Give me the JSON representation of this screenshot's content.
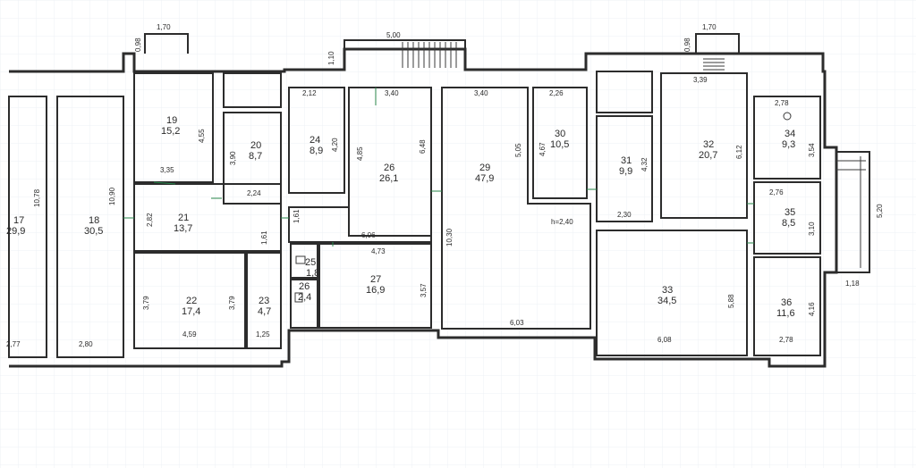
{
  "rooms": [
    {
      "num": "17",
      "area": "29,9"
    },
    {
      "num": "18",
      "area": "30,5"
    },
    {
      "num": "19",
      "area": "15,2"
    },
    {
      "num": "20",
      "area": "8,7"
    },
    {
      "num": "21",
      "area": "13,7"
    },
    {
      "num": "22",
      "area": "17,4"
    },
    {
      "num": "23",
      "area": "4,7"
    },
    {
      "num": "24",
      "area": "8,9"
    },
    {
      "num": "25",
      "area": "1,8"
    },
    {
      "num": "26",
      "area": "2,4"
    },
    {
      "num": "26",
      "area": "26,1"
    },
    {
      "num": "27",
      "area": "16,9"
    },
    {
      "num": "29",
      "area": "47,9"
    },
    {
      "num": "30",
      "area": "10,5"
    },
    {
      "num": "31",
      "area": "9,9"
    },
    {
      "num": "32",
      "area": "20,7"
    },
    {
      "num": "33",
      "area": "34,5"
    },
    {
      "num": "34",
      "area": "9,3"
    },
    {
      "num": "35",
      "area": "8,5"
    },
    {
      "num": "36",
      "area": "11,6"
    }
  ],
  "dimensions": [
    "1,70",
    "0,98",
    "1,10",
    "5,00",
    "1,70",
    "0,98",
    "3,39",
    "2,12",
    "3,40",
    "3,40",
    "2,26",
    "2,78",
    "4,55",
    "3,90",
    "4,20",
    "4,85",
    "6,48",
    "5,05",
    "4,67",
    "4,32",
    "6,12",
    "3,54",
    "10,78",
    "10,90",
    "3,35",
    "2,24",
    "2,82",
    "1,61",
    "1,61",
    "6,06",
    "4,73",
    "10,30",
    "h=2,40",
    "2,30",
    "2,76",
    "3,10",
    "5,20",
    "1,18",
    "3,79",
    "3,79",
    "3,57",
    "5,88",
    "4,16",
    "2,77",
    "2,80",
    "4,59",
    "1,25",
    "6,03",
    "6,08",
    "2,78"
  ]
}
